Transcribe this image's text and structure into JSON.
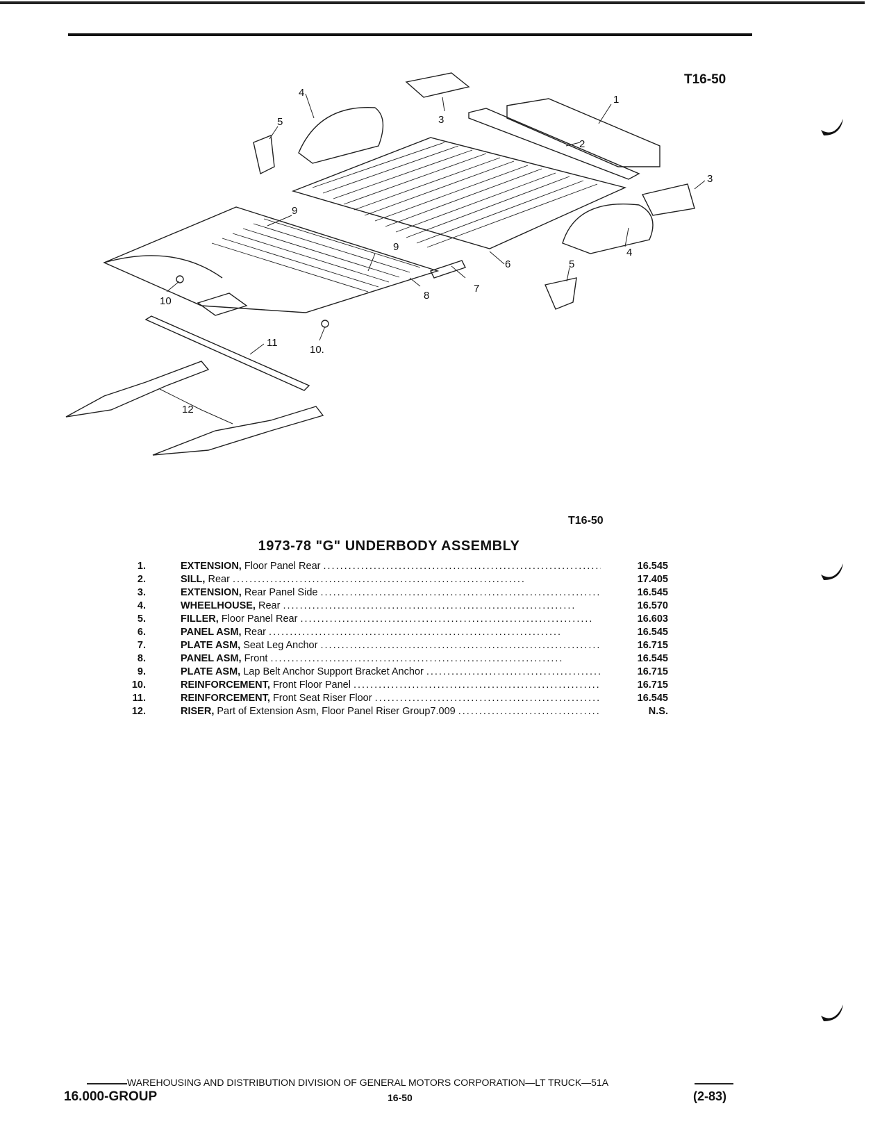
{
  "figure": {
    "code_top": "T16-50",
    "code_bottom": "T16-50",
    "callouts": [
      "1",
      "2",
      "3",
      "3",
      "4",
      "4",
      "5",
      "5",
      "6",
      "7",
      "8",
      "9",
      "9",
      "10",
      "10",
      "11",
      "12"
    ]
  },
  "title": "1973-78 \"G\" UNDERBODY ASSEMBLY",
  "parts": [
    {
      "num": "1.",
      "name": "EXTENSION,",
      "desc": "Floor Panel Rear",
      "ref": "16.545"
    },
    {
      "num": "2.",
      "name": "SILL,",
      "desc": "Rear",
      "ref": "17.405"
    },
    {
      "num": "3.",
      "name": "EXTENSION,",
      "desc": "Rear Panel Side",
      "ref": "16.545"
    },
    {
      "num": "4.",
      "name": "WHEELHOUSE,",
      "desc": "Rear",
      "ref": "16.570"
    },
    {
      "num": "5.",
      "name": "FILLER,",
      "desc": "Floor Panel Rear",
      "ref": "16.603"
    },
    {
      "num": "6.",
      "name": "PANEL ASM,",
      "desc": "Rear",
      "ref": "16.545"
    },
    {
      "num": "7.",
      "name": "PLATE ASM,",
      "desc": "Seat Leg Anchor",
      "ref": "16.715"
    },
    {
      "num": "8.",
      "name": "PANEL ASM,",
      "desc": "Front",
      "ref": "16.545"
    },
    {
      "num": "9.",
      "name": "PLATE ASM,",
      "desc": "Lap Belt Anchor Support Bracket Anchor",
      "ref": "16.715"
    },
    {
      "num": "10.",
      "name": "REINFORCEMENT,",
      "desc": "Front Floor Panel",
      "ref": "16.715"
    },
    {
      "num": "11.",
      "name": "REINFORCEMENT,",
      "desc": "Front Seat Riser Floor",
      "ref": "16.545"
    },
    {
      "num": "12.",
      "name": "RISER,",
      "desc": "Part of Extension Asm, Floor Panel Riser Group7.009",
      "ref": "N.S."
    }
  ],
  "footer": {
    "division": "WAREHOUSING AND DISTRIBUTION  DIVISION OF GENERAL MOTORS CORPORATION—LT TRUCK—51A",
    "group": "16.000-GROUP",
    "page": "16-50",
    "date": "(2-83)"
  }
}
